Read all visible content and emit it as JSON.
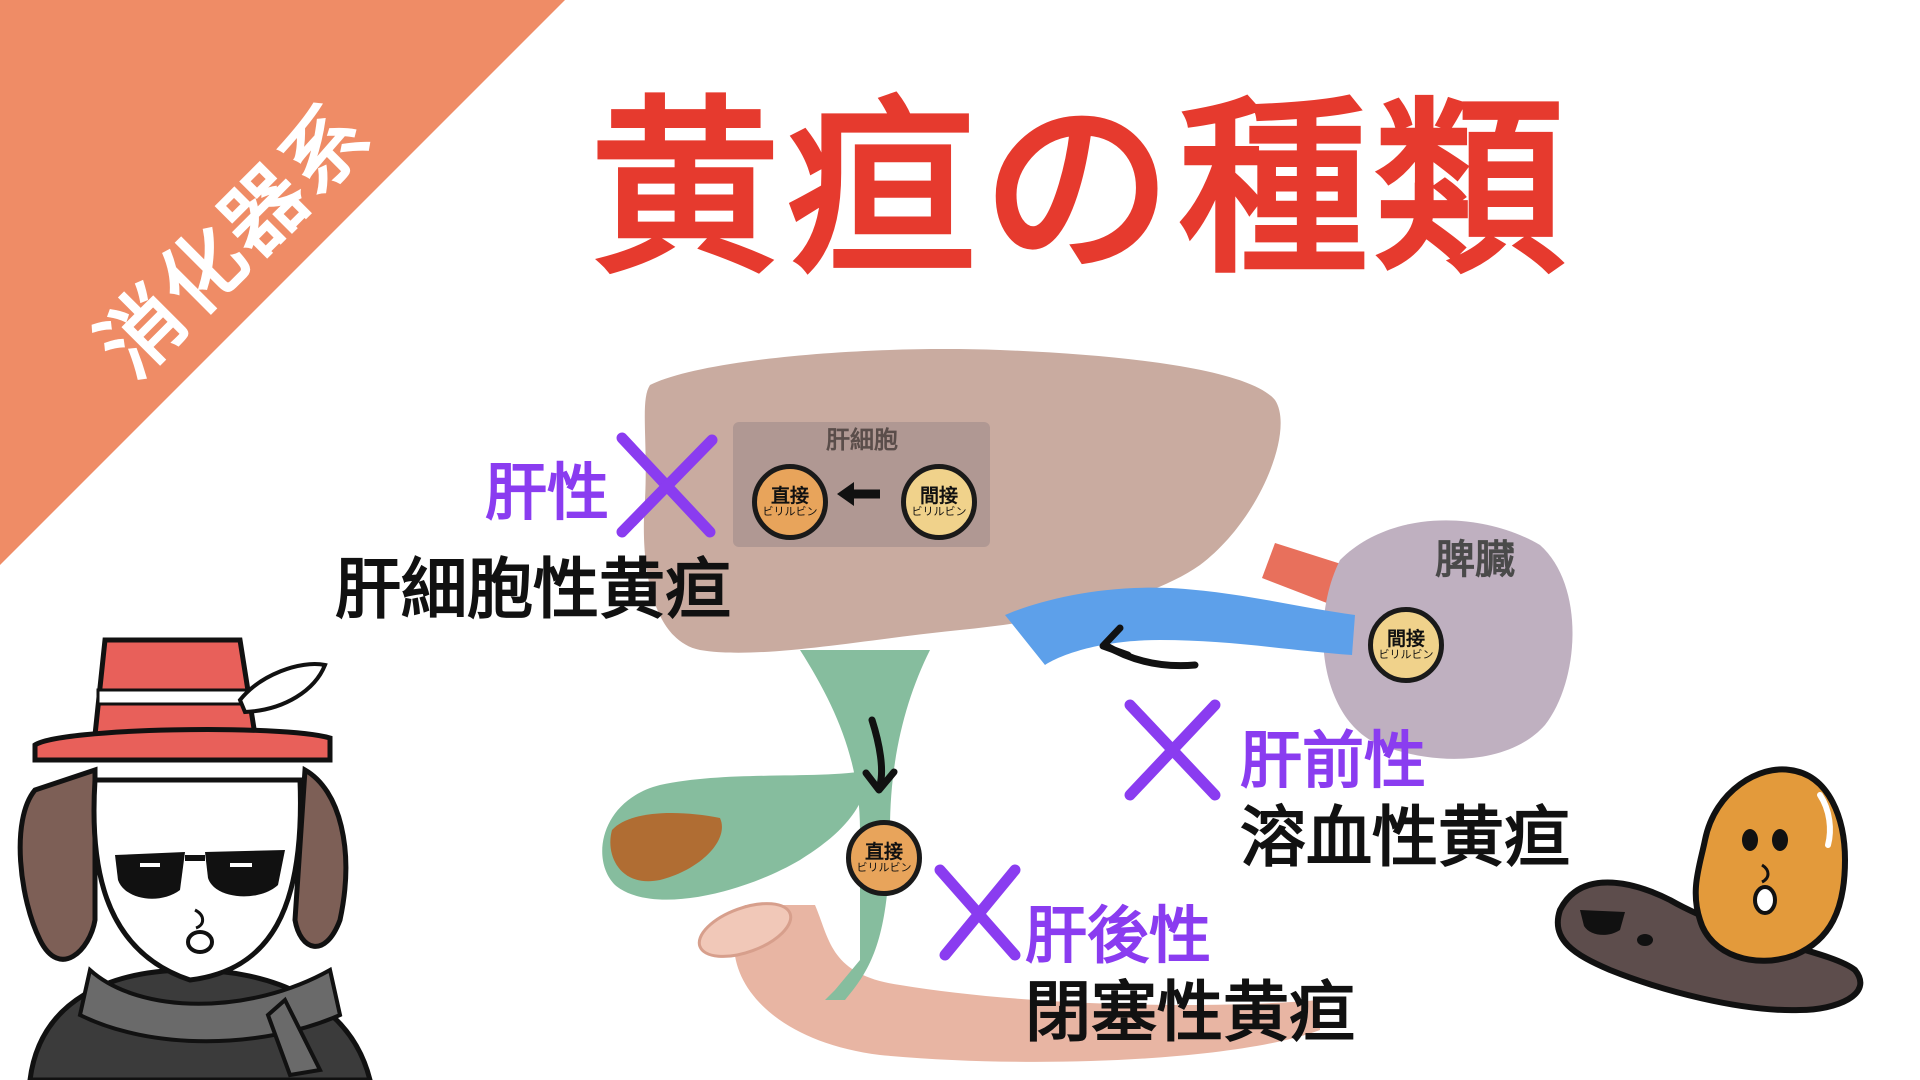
{
  "corner_tag": "消化器系",
  "title": "黄疸の種類",
  "hepatocyte": {
    "label": "肝細胞"
  },
  "bilirubin": {
    "direct_main": "直接",
    "indirect_main": "間接",
    "sub": "ビリルビン"
  },
  "spleen": {
    "label": "脾臓"
  },
  "types": {
    "hepatic": {
      "category": "肝性",
      "name": "肝細胞性黄疸"
    },
    "prehepatic": {
      "category": "肝前性",
      "name": "溶血性黄疸"
    },
    "posthepatic": {
      "category": "肝後性",
      "name": "閉塞性黄疸"
    }
  },
  "colors": {
    "corner": "#ef8c66",
    "title": "#e63a2e",
    "purple": "#8a3cf0",
    "liver": "#c9aba0",
    "spleen": "#bfb0c0",
    "vein": "#5da0ea",
    "bile_duct": "#86bd9e",
    "duodenum": "#e8b5a3"
  }
}
